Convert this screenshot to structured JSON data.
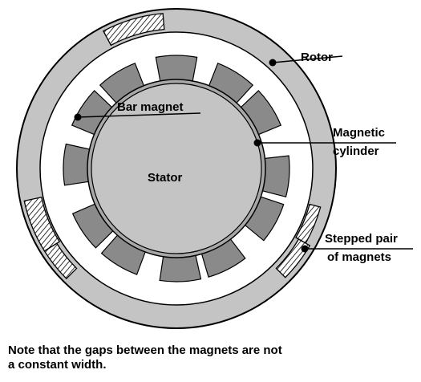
{
  "labels": {
    "rotor": "Rotor",
    "bar_magnet": "Bar magnet",
    "magnetic_cylinder_line1": "Magnetic",
    "magnetic_cylinder_line2": "cylinder",
    "stator": "Stator",
    "stepped_pair_line1": "Stepped pair",
    "stepped_pair_line2": "of magnets"
  },
  "note": {
    "line1": "Note that the gaps between the magnets are not",
    "line2": "a constant width."
  },
  "colors": {
    "rotor_ring": "#c4c4c4",
    "gap_space": "#ffffff",
    "magnet": "#8a8a8a",
    "stator_fill": "#c4c4c4",
    "outline": "#000000"
  },
  "magnet_count": 12
}
